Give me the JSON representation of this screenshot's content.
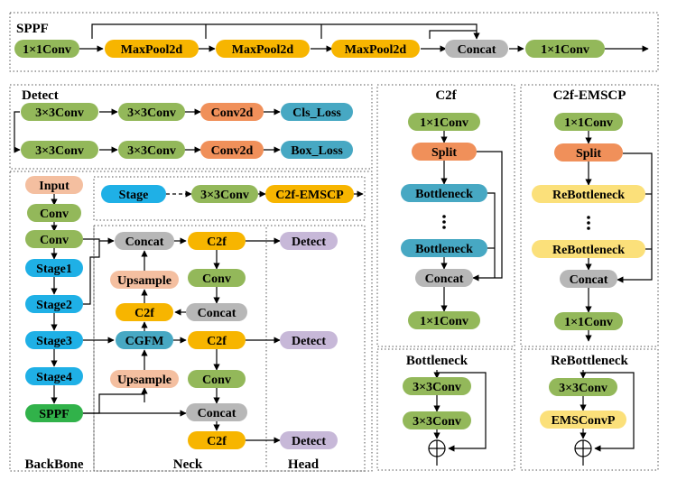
{
  "colors": {
    "green": "#93b85a",
    "orange": "#f7b500",
    "gray": "#b7b7b7",
    "salmon": "#f0905a",
    "blue": "#1fb0e6",
    "teal": "#47a8c3",
    "peach": "#f4bfa0",
    "lavender": "#c7b8d8",
    "sppf_green": "#31b24a",
    "yellow": "#fbe07a",
    "line": "#000000",
    "border": "#555555"
  },
  "labels": {
    "sppf": "SPPF",
    "detect": "Detect",
    "c2f": "C2f",
    "c2f_emscp": "C2f-EMSCP",
    "backbone": "BackBone",
    "neck": "Neck",
    "head": "Head",
    "bottleneck": "Bottleneck",
    "rebottleneck": "ReBottleneck"
  },
  "nodes": {
    "sppf_conv1": "1×1Conv",
    "sppf_mp1": "MaxPool2d",
    "sppf_mp2": "MaxPool2d",
    "sppf_mp3": "MaxPool2d",
    "sppf_concat": "Concat",
    "sppf_conv2": "1×1Conv",
    "det_a1": "3×3Conv",
    "det_a2": "3×3Conv",
    "det_a3": "Conv2d",
    "det_a4": "Cls_Loss",
    "det_b1": "3×3Conv",
    "det_b2": "3×3Conv",
    "det_b3": "Conv2d",
    "det_b4": "Box_Loss",
    "stage_def": "Stage",
    "stage_conv": "3×3Conv",
    "stage_c2f": "C2f-EMSCP",
    "bb_input": "Input",
    "bb_conv1": "Conv",
    "bb_conv2": "Conv",
    "bb_stage1": "Stage1",
    "bb_stage2": "Stage2",
    "bb_stage3": "Stage3",
    "bb_stage4": "Stage4",
    "bb_sppf": "SPPF",
    "nk_concat1": "Concat",
    "nk_ups1": "Upsample",
    "nk_c2f1": "C2f",
    "nk_cgfm": "CGFM",
    "nk_ups2": "Upsample",
    "nk_c2f_top": "C2f",
    "nk_conv1": "Conv",
    "nk_concat2": "Concat",
    "nk_c2f2": "C2f",
    "nk_conv2": "Conv",
    "nk_concat3": "Concat",
    "nk_c2f3": "C2f",
    "hd_det1": "Detect",
    "hd_det2": "Detect",
    "hd_det3": "Detect",
    "c2f_conv1": "1×1Conv",
    "c2f_split": "Split",
    "c2f_bn1": "Bottleneck",
    "c2f_bn2": "Bottleneck",
    "c2f_concat": "Concat",
    "c2f_conv2": "1×1Conv",
    "em_conv1": "1×1Conv",
    "em_split": "Split",
    "em_rbn1": "ReBottleneck",
    "em_rbn2": "ReBottleneck",
    "em_concat": "Concat",
    "em_conv2": "1×1Conv",
    "bn_conv1": "3×3Conv",
    "bn_conv2": "3×3Conv",
    "rb_conv": "3×3Conv",
    "rb_ems": "EMSConvP"
  }
}
